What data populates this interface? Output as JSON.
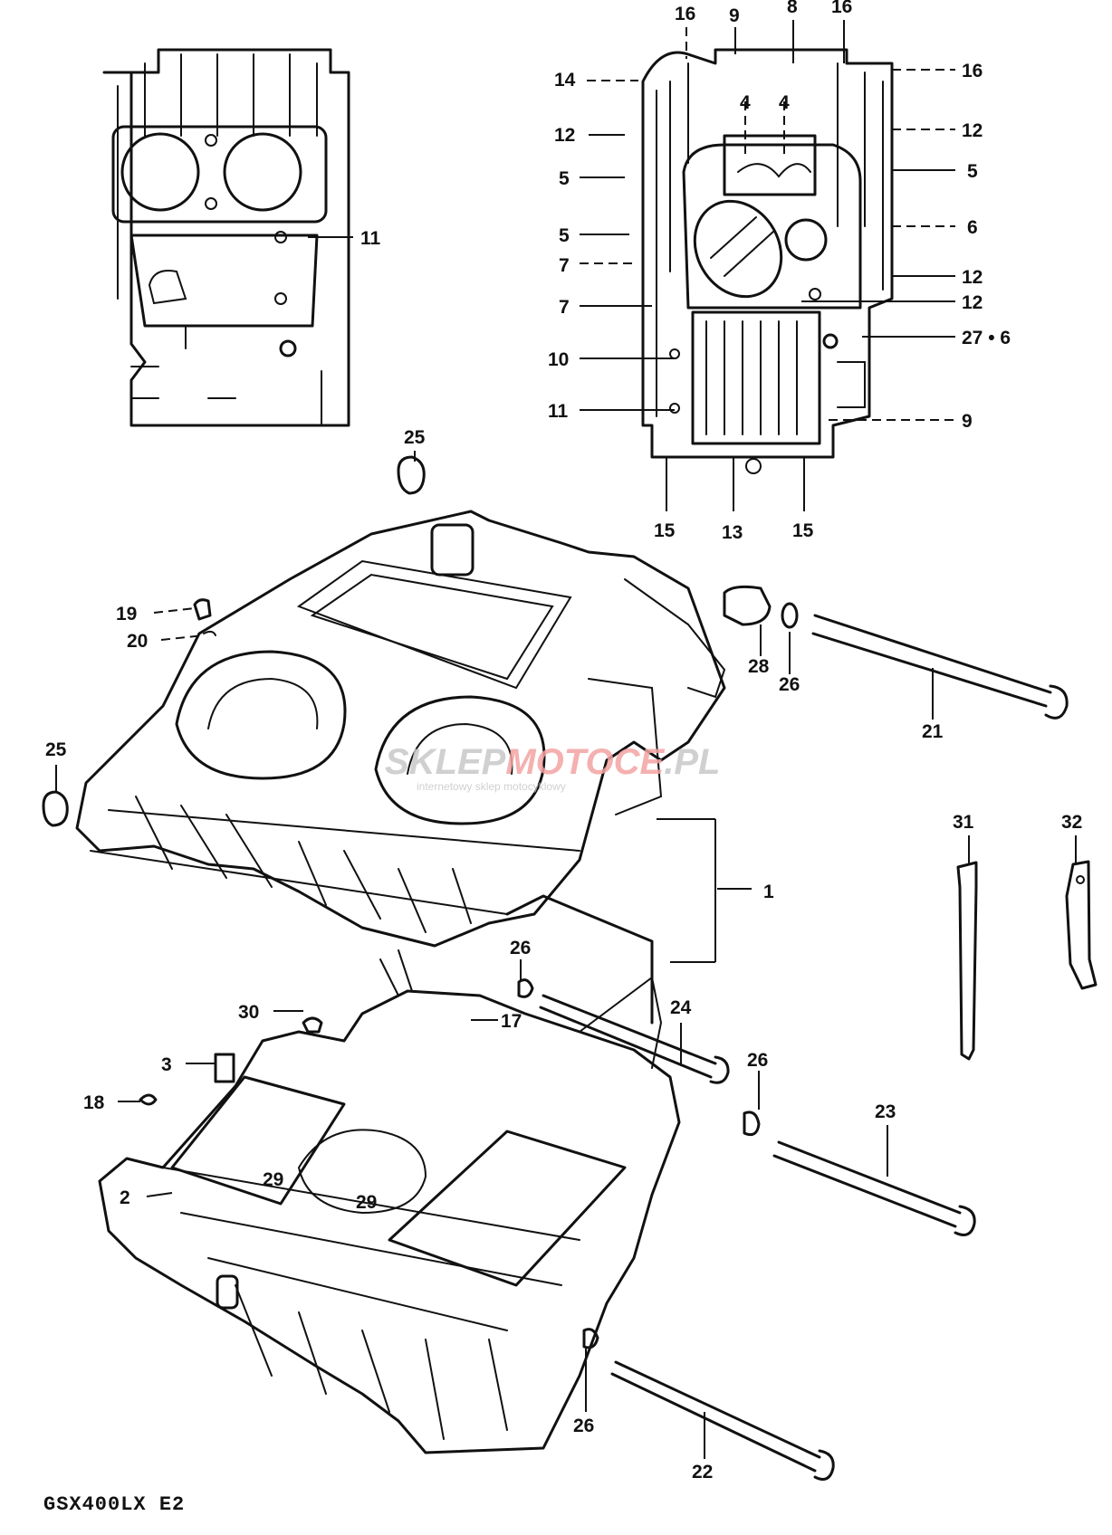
{
  "model_code": "GSX400LX E2",
  "watermark": {
    "part1": "SKLEP",
    "part2": "MOTO",
    "part3": "CE",
    "part4": ".PL",
    "subtext": "internetowy sklep motocyklowy",
    "color_gray": "#c8c8c8",
    "color_red": "#f4a3a3"
  },
  "callouts": {
    "c1": "1",
    "c2": "2",
    "c3": "3",
    "c4a": "4",
    "c4b": "4",
    "c5a": "5",
    "c5b": "5",
    "c5c": "5",
    "c6": "6",
    "c7a": "7",
    "c7b": "7",
    "c8": "8",
    "c9a": "9",
    "c9b": "9",
    "c10": "10",
    "c11a": "11",
    "c11b": "11",
    "c12a": "12",
    "c12b": "12",
    "c12c": "12",
    "c12d": "12",
    "c13": "13",
    "c14": "14",
    "c15a": "15",
    "c15b": "15",
    "c16a": "16",
    "c16b": "16",
    "c16c": "16",
    "c17": "17",
    "c18": "18",
    "c19": "19",
    "c20": "20",
    "c21": "21",
    "c22": "22",
    "c23": "23",
    "c24": "24",
    "c25a": "25",
    "c25b": "25",
    "c26a": "26",
    "c26b": "26",
    "c26c": "26",
    "c26d": "26",
    "c27": "27 • 6",
    "c28": "28",
    "c29a": "29",
    "c29b": "29",
    "c30": "30",
    "c31": "31",
    "c32": "32"
  }
}
